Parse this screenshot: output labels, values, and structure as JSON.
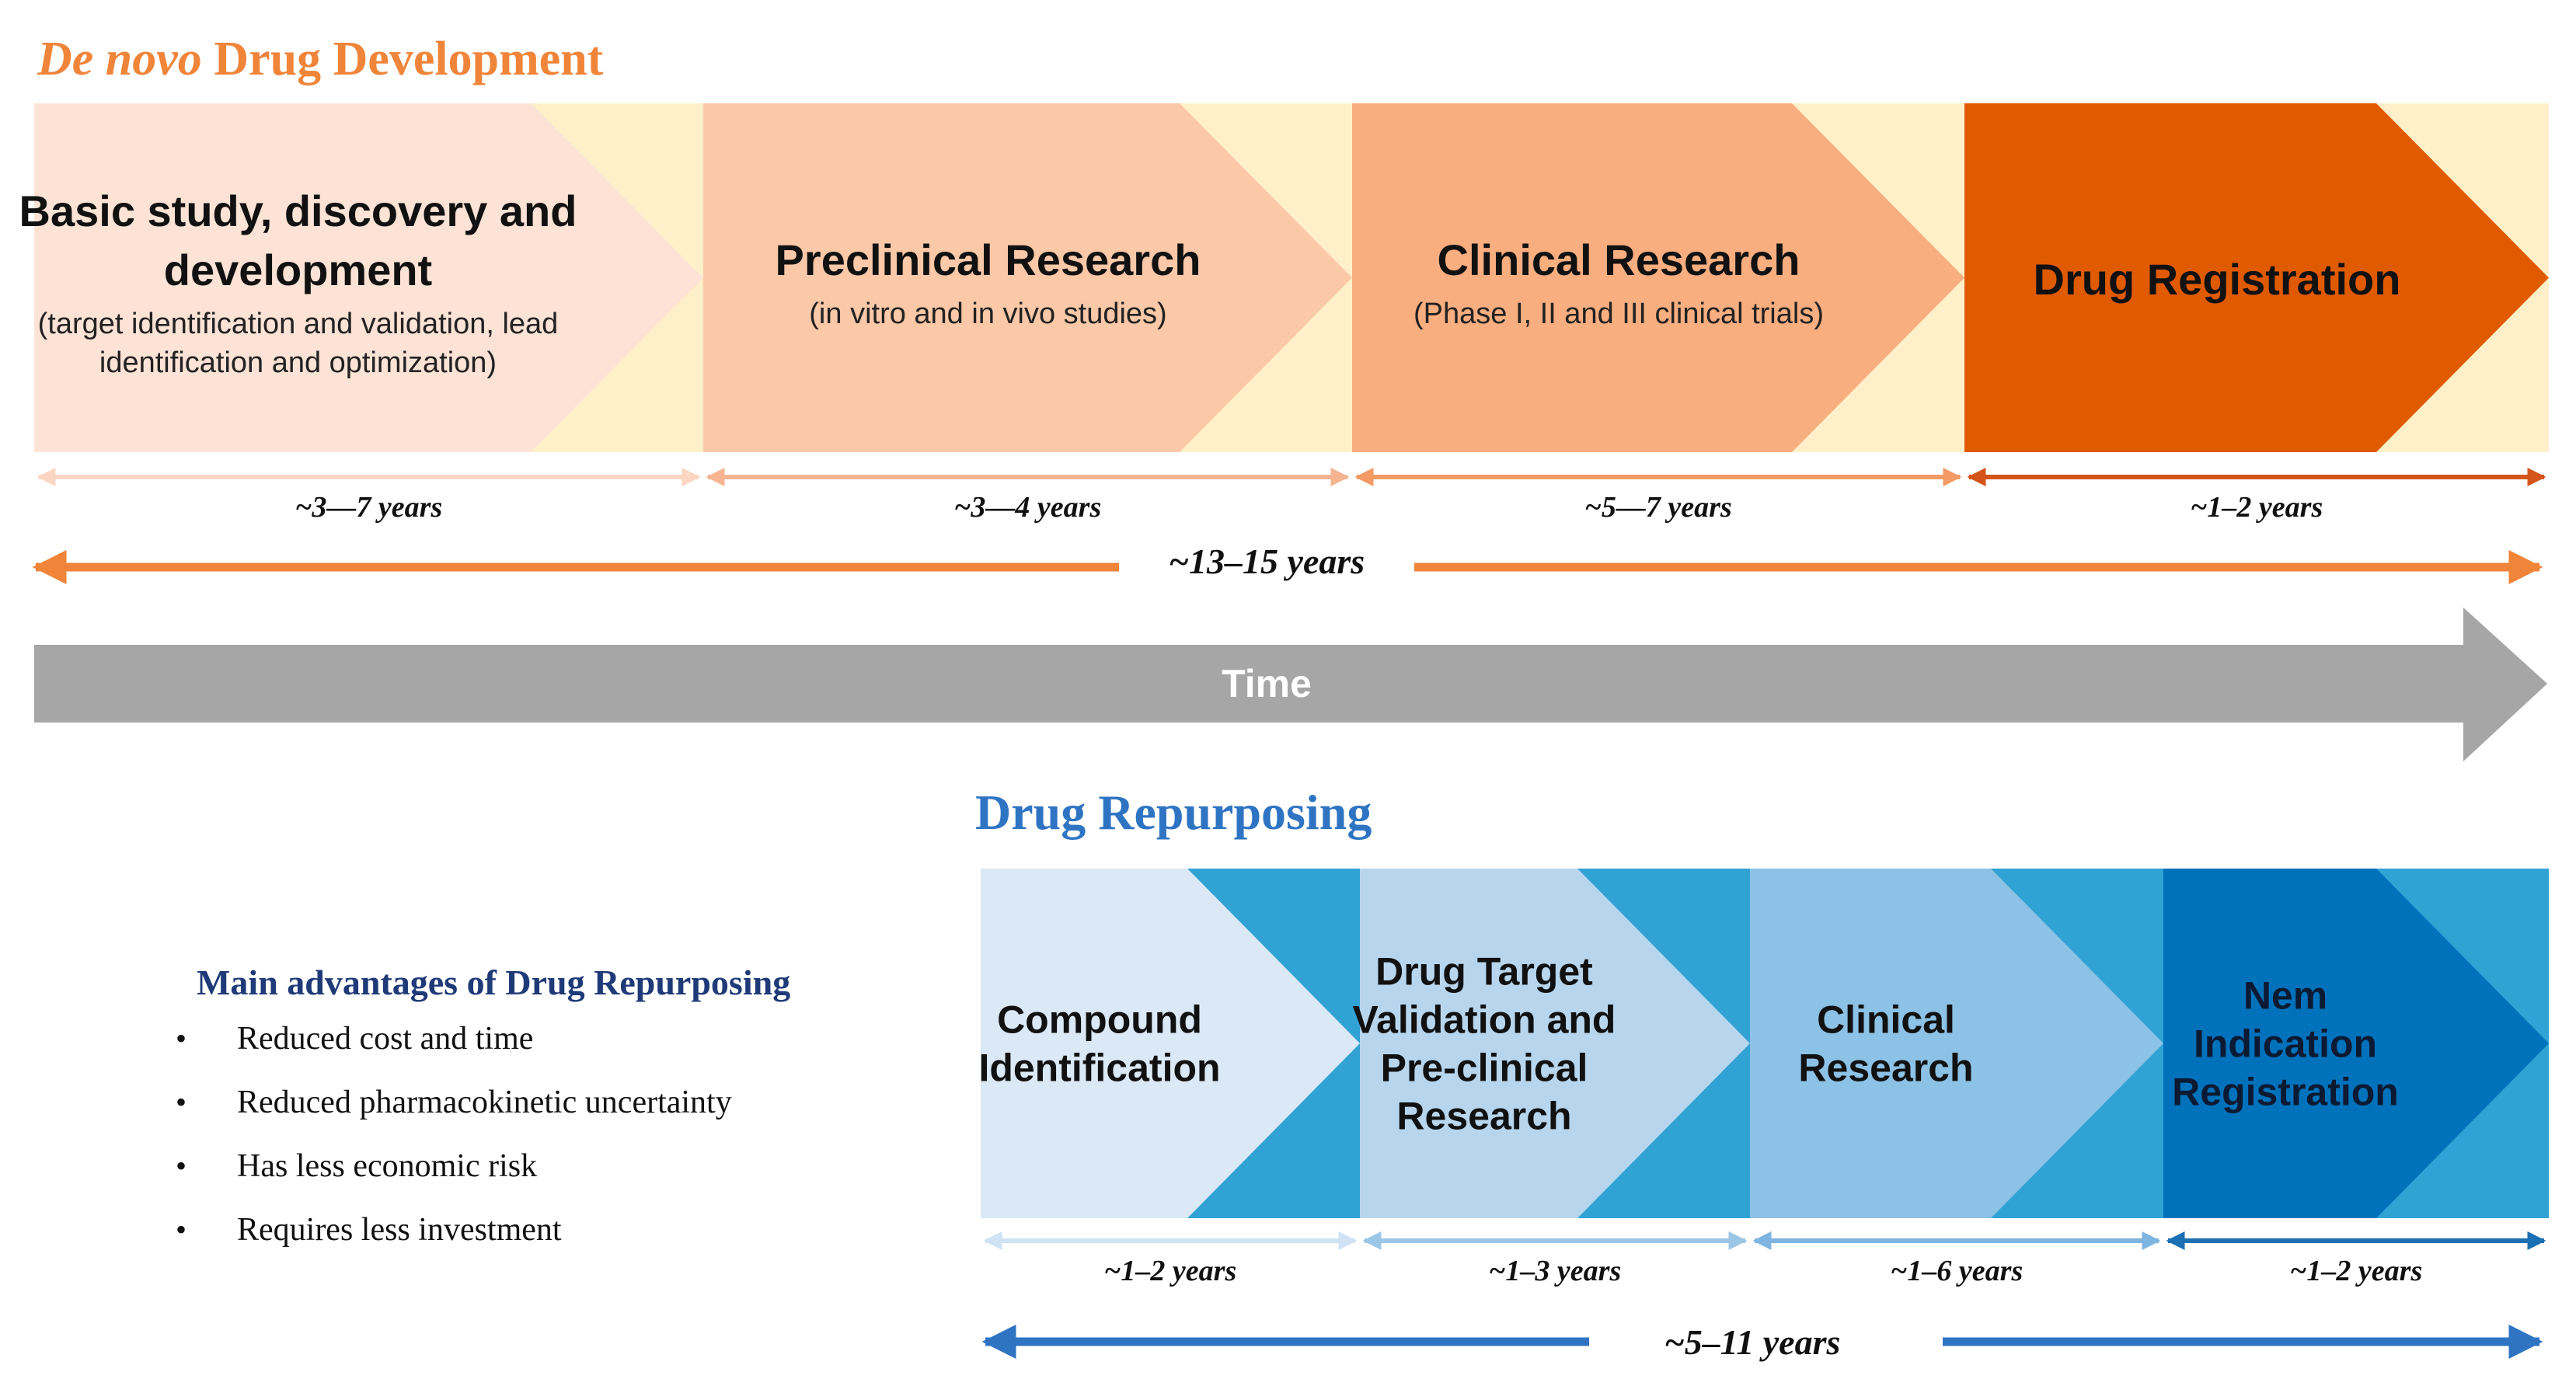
{
  "denovo": {
    "title_italic": "De novo",
    "title_rest": " Drug Development",
    "color": "#f0853a",
    "stages": [
      {
        "title_lines": [
          "Basic study, discovery and",
          "development"
        ],
        "sub_lines": [
          "(target identification and validation, lead",
          "identification and optimization)"
        ],
        "duration": "~3—7 years",
        "fill": "#fde3d6",
        "arrow_color": "#fbd6c2"
      },
      {
        "title_lines": [
          "Preclinical Research"
        ],
        "sub_lines": [
          "(in vitro and in vivo studies)"
        ],
        "duration": "~3—4 years",
        "fill": "#fbc8a8",
        "arrow_color": "#f6b590"
      },
      {
        "title_lines": [
          "Clinical Research"
        ],
        "sub_lines": [
          "(Phase I, II and III clinical trials)"
        ],
        "duration": "~5—7 years",
        "fill": "#f9ae80",
        "arrow_color": "#f29b65"
      },
      {
        "title_lines": [
          "Drug Registration"
        ],
        "sub_lines": [],
        "duration": "~1–2 years",
        "fill": "#e05a00",
        "arrow_color": "#d4541a"
      }
    ],
    "band_color": "#fff0c9",
    "total_duration": "~13–15 years"
  },
  "time_arrow": {
    "label": "Time",
    "color": "#a6a6a6"
  },
  "repurposing": {
    "title": "Drug Repurposing",
    "color": "#2e74c3",
    "band_color": "#31a2d4",
    "stages": [
      {
        "title_lines": [
          "Compound",
          "Identification"
        ],
        "duration": "~1–2 years",
        "fill": "#dbe9f6",
        "arrow_color": "#cfe3f4"
      },
      {
        "title_lines": [
          "Drug Target",
          "Validation and",
          "Pre-clinical",
          "Research"
        ],
        "duration": "~1–3 years",
        "fill": "#b7d6ee",
        "arrow_color": "#9cc6e6"
      },
      {
        "title_lines": [
          "Clinical",
          "Research"
        ],
        "duration": "~1–6 years",
        "fill": "#8cc2e6",
        "arrow_color": "#7db5e0"
      },
      {
        "title_lines": [
          "Nem",
          "Indication",
          "Registration"
        ],
        "duration": "~1–2 years",
        "fill": "#0072bc",
        "arrow_color": "#1b6fb3"
      }
    ],
    "total_duration": "~5–11 years"
  },
  "advantages": {
    "title": "Main advantages of Drug Repurposing",
    "color": "#1f3a78",
    "bullet": "•",
    "items": [
      "Reduced cost and time",
      "Reduced pharmacokinetic uncertainty",
      "Has less economic risk",
      "Requires less investment"
    ]
  }
}
